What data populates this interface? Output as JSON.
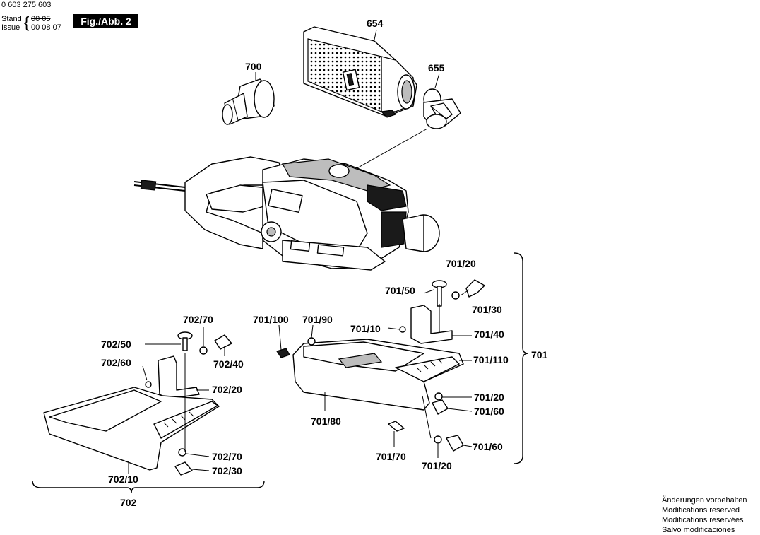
{
  "header": {
    "part_number": "0 603 275 603",
    "stand_label": "Stand",
    "issue_label": "Issue",
    "stand_date": "00 05",
    "issue_date": "00 08 07",
    "fig_label": "Fig./Abb. 2"
  },
  "callouts": {
    "c654": "654",
    "c655": "655",
    "c700": "700",
    "c701_20_top": "701/20",
    "c701_50": "701/50",
    "c701_30": "701/30",
    "c701_10": "701/10",
    "c701_40": "701/40",
    "c701_100": "701/100",
    "c701_90": "701/90",
    "c701_110": "701/110",
    "c701": "701",
    "c701_20_mid": "701/20",
    "c701_60_a": "701/60",
    "c701_80": "701/80",
    "c701_70": "701/70",
    "c701_60_b": "701/60",
    "c701_20_bot": "701/20",
    "c702_70_top": "702/70",
    "c702_50": "702/50",
    "c702_40": "702/40",
    "c702_60": "702/60",
    "c702_20": "702/20",
    "c702_70_bot": "702/70",
    "c702_30": "702/30",
    "c702_10": "702/10",
    "c702": "702"
  },
  "notice": {
    "line1": "Änderungen vorbehalten",
    "line2": "Modifications reserved",
    "line3": "Modifications reservées",
    "line4": "Salvo modificaciones"
  }
}
